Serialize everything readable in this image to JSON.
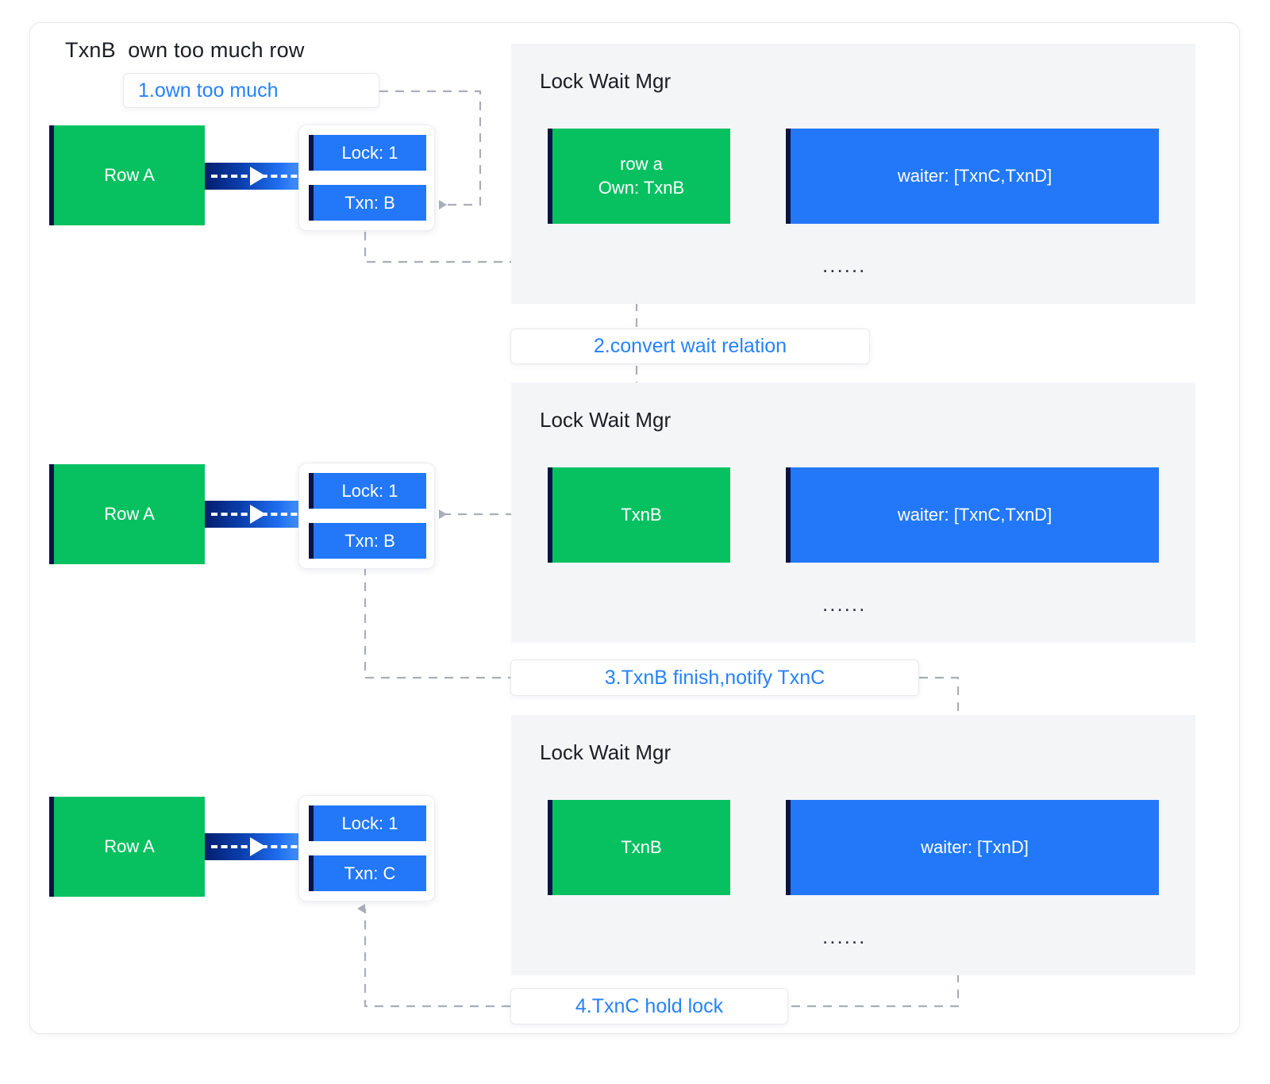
{
  "page": {
    "heading": "TxnB  own too much row",
    "colors": {
      "green": "#07c160",
      "blue": "#2278f8",
      "navy": "#0b1344",
      "accent": "#2681ff",
      "panel_bg": "#f4f5f7"
    }
  },
  "steps": [
    {
      "id": "step1",
      "label": "1.own too much"
    },
    {
      "id": "step2",
      "label": "2.convert wait relation"
    },
    {
      "id": "step3",
      "label": "3.TxnB finish,notify TxnC"
    },
    {
      "id": "step4",
      "label": "4.TxnC hold lock"
    }
  ],
  "stages": [
    {
      "id": "stage-1",
      "row_box": {
        "label": "Row A"
      },
      "lock_card": {
        "lock": "Lock: 1",
        "txn": "Txn: B"
      },
      "panel": {
        "title": "Lock Wait Mgr",
        "owner_line1": "row a",
        "owner_line2": "Own: TxnB",
        "waiter": "waiter: [TxnC,TxnD]",
        "ellipsis": "......"
      }
    },
    {
      "id": "stage-2",
      "row_box": {
        "label": "Row A"
      },
      "lock_card": {
        "lock": "Lock: 1",
        "txn": "Txn: B"
      },
      "panel": {
        "title": "Lock Wait Mgr",
        "owner_line1": "TxnB",
        "owner_line2": "",
        "waiter": "waiter: [TxnC,TxnD]",
        "ellipsis": "......"
      }
    },
    {
      "id": "stage-3",
      "row_box": {
        "label": "Row A"
      },
      "lock_card": {
        "lock": "Lock: 1",
        "txn": "Txn: C"
      },
      "panel": {
        "title": "Lock Wait Mgr",
        "owner_line1": "TxnB",
        "owner_line2": "",
        "waiter": "waiter: [TxnD]",
        "ellipsis": "......"
      }
    }
  ]
}
